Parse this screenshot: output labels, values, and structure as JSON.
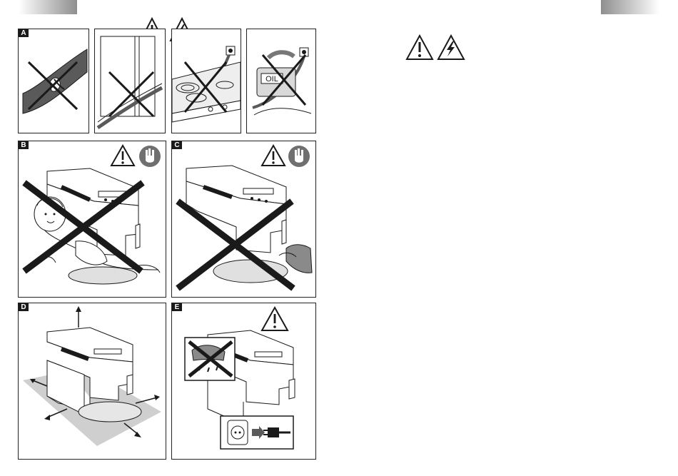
{
  "header": {
    "left_tab_color": "#8e8e8e",
    "right_tab_color": "#8e8e8e"
  },
  "panels": {
    "a": {
      "label": "A"
    },
    "b": {
      "label": "B"
    },
    "c": {
      "label": "C"
    },
    "d": {
      "label": "D"
    },
    "e": {
      "label": "E"
    }
  },
  "oil_can": {
    "text": "OIL"
  },
  "icons": {
    "warning": "warning-triangle-icon",
    "electric": "electric-shock-warning-icon",
    "hand": "hand-stop-icon"
  },
  "colors": {
    "ink": "#1a1a1a",
    "hand_badge": "#6f6f6f",
    "floor_gray": "#cfcfcf",
    "dark_fill": "#5a5a5a"
  }
}
